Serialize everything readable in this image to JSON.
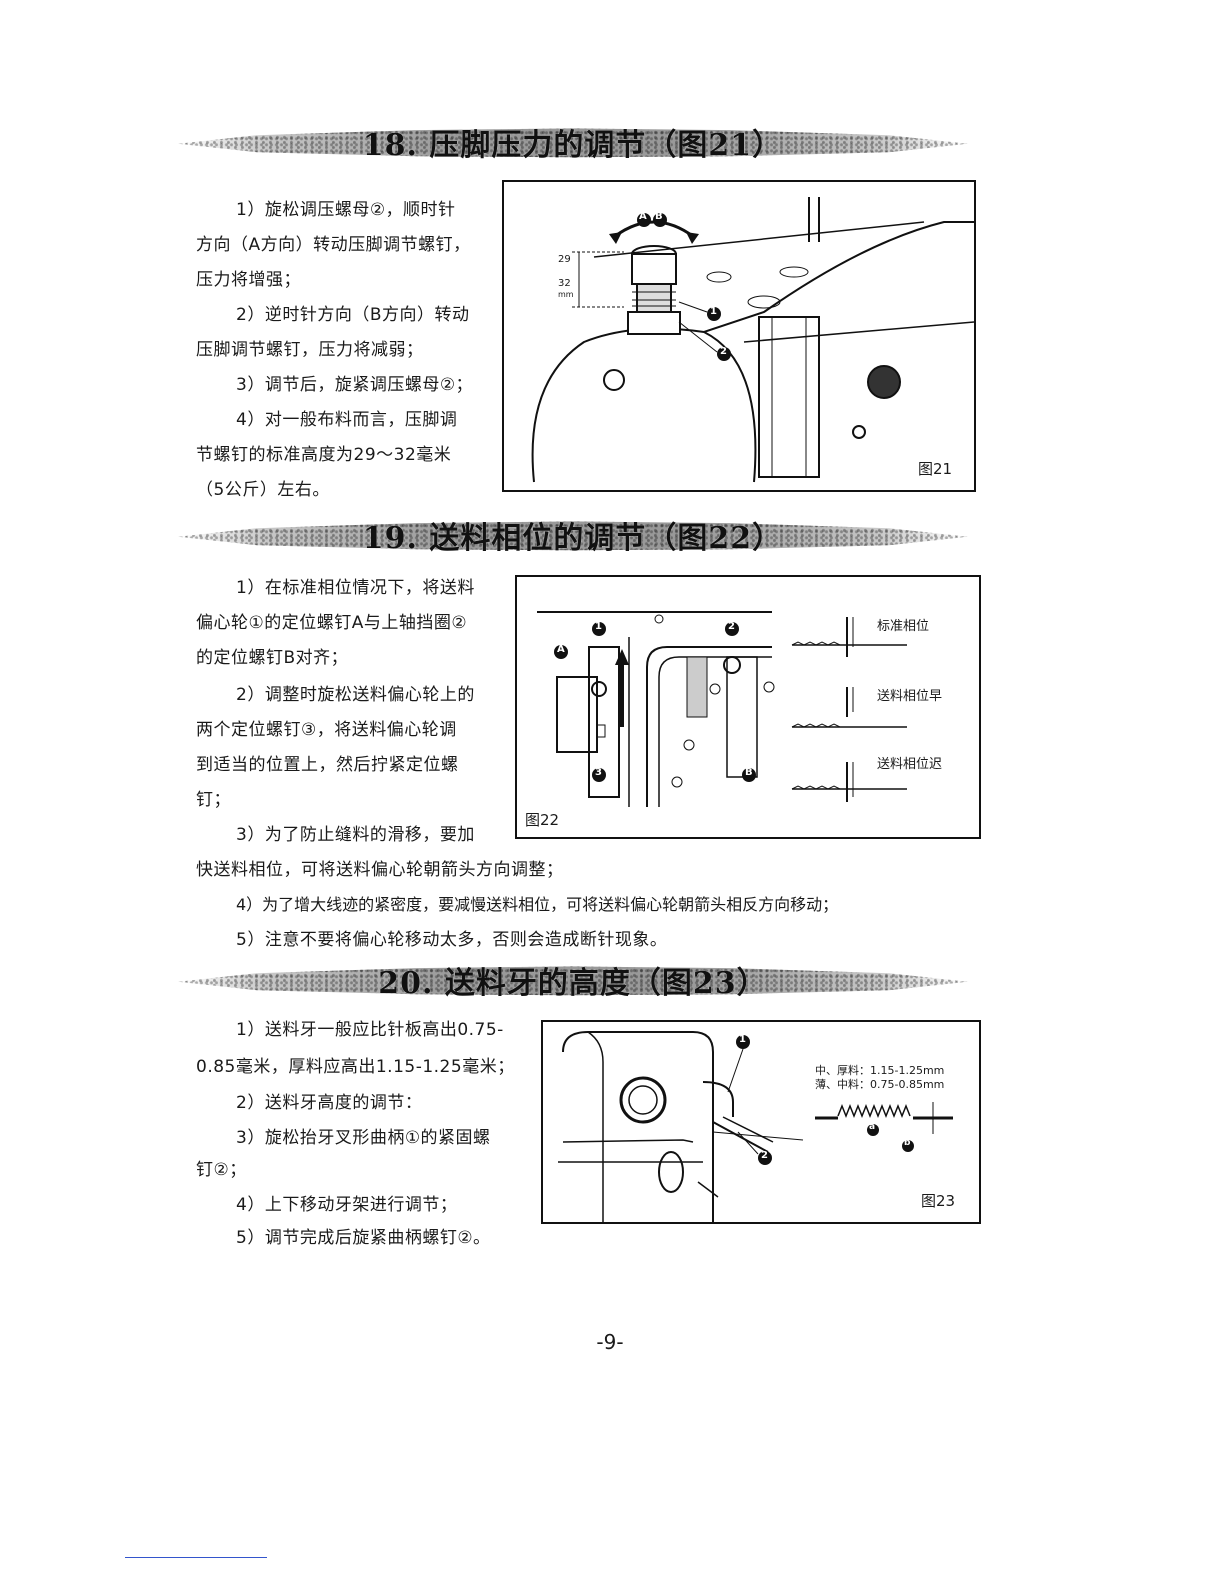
{
  "section18": {
    "title": "18. 压脚压力的调节（图21）",
    "lines": [
      "1）旋松调压螺母②，顺时针",
      "方向（A方向）转动压脚调节螺钉，",
      "压力将增强；",
      "2）逆时针方向（B方向）转动",
      "压脚调节螺钉，压力将减弱；",
      "3）调节后，旋紧调压螺母②；",
      "4）对一般布料而言，压脚调",
      "节螺钉的标准高度为29～32毫米",
      "（5公斤）左右。"
    ],
    "figure": {
      "label": "图21",
      "dim_top": "29",
      "dim_bottom": "32",
      "dim_unit": "mm",
      "callout_a": "A",
      "callout_b": "B",
      "callout_1": "1",
      "callout_2": "2"
    }
  },
  "section19": {
    "title": "19. 送料相位的调节（图22）",
    "lines": [
      "1）在标准相位情况下，将送料",
      "偏心轮①的定位螺钉A与上轴挡圈②",
      "的定位螺钉B对齐；",
      "2）调整时旋松送料偏心轮上的",
      "两个定位螺钉③，将送料偏心轮调",
      "到适当的位置上，然后拧紧定位螺",
      "钉；",
      "3）为了防止缝料的滑移，要加",
      "快送料相位，可将送料偏心轮朝箭头方向调整；",
      "4）为了增大线迹的紧密度，要减慢送料相位，可将送料偏心轮朝箭头相反方向移动；",
      "5）注意不要将偏心轮移动太多，否则会造成断针现象。"
    ],
    "figure": {
      "label": "图22",
      "phase_standard": "标准相位",
      "phase_early": "送料相位早",
      "phase_late": "送料相位迟",
      "callout_a": "A",
      "callout_b": "B",
      "callout_1": "1",
      "callout_2": "2",
      "callout_3": "3"
    }
  },
  "section20": {
    "title": "20. 送料牙的高度（图23）",
    "lines": [
      "1）送料牙一般应比针板高出0.75-",
      "0.85毫米，厚料应高出1.15-1.25毫米；",
      "2）送料牙高度的调节：",
      "3）旋松抬牙叉形曲柄①的紧固螺",
      "钉②；",
      "4）上下移动牙架进行调节；",
      "5）调节完成后旋紧曲柄螺钉②。"
    ],
    "figure": {
      "label": "图23",
      "spec_thick": "中、厚料：1.15-1.25mm",
      "spec_thin": "薄、中料：0.75-0.85mm",
      "callout_a": "a",
      "callout_b": "b",
      "callout_1": "1",
      "callout_2": "2"
    }
  },
  "page_number": "-9-"
}
